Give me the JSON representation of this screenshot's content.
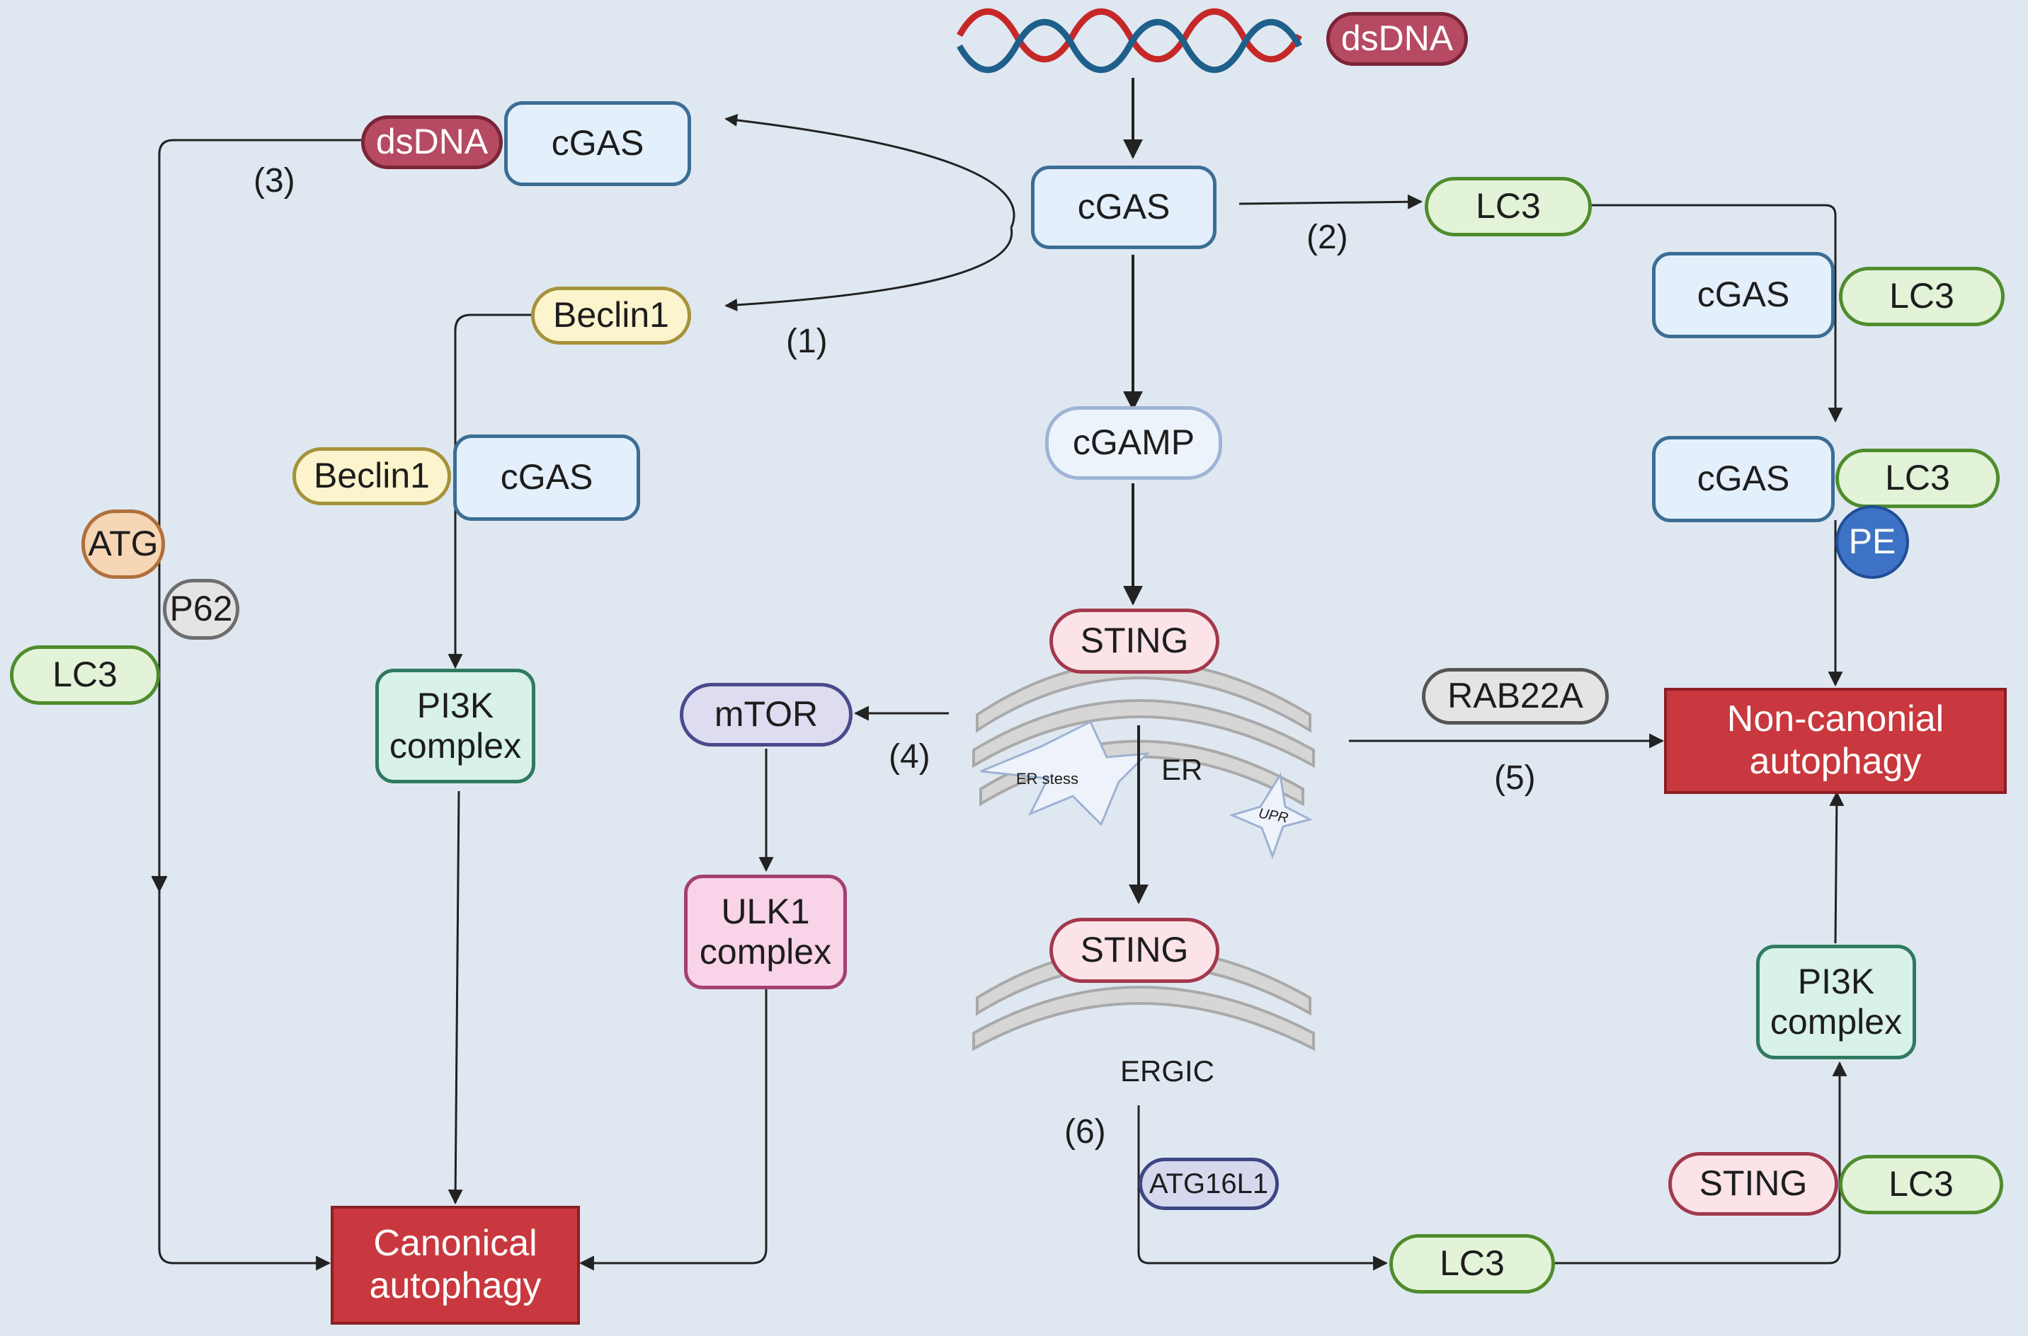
{
  "nodes": {
    "dsdna_top": "dsDNA",
    "cgas_center": "cGAS",
    "cgas_left": "cGAS",
    "dsdna_left": "dsDNA",
    "beclin1_top": "Beclin1",
    "beclin1_pair": "Beclin1",
    "cgas_pair": "cGAS",
    "atg": "ATG",
    "p62": "P62",
    "lc3_left": "LC3",
    "pi3k_left_line1": "PI3K",
    "pi3k_left_line2": "complex",
    "mtor": "mTOR",
    "ulk1_line1": "ULK1",
    "ulk1_line2": "complex",
    "cgamp": "cGAMP",
    "sting_er": "STING",
    "sting_ergic": "STING",
    "lc3_top_right": "LC3",
    "cgas_r1": "cGAS",
    "lc3_r1": "LC3",
    "cgas_r2": "cGAS",
    "lc3_r2": "LC3",
    "pe": "PE",
    "rab22a": "RAB22A",
    "atg16l1": "ATG16L1",
    "lc3_bottom": "LC3",
    "sting_br": "STING",
    "lc3_br": "LC3",
    "pi3k_right_line1": "PI3K",
    "pi3k_right_line2": "complex",
    "canonical_line1": "Canonical",
    "canonical_line2": "autophagy",
    "noncanonical_line1": "Non-canonial",
    "noncanonical_line2": "autophagy"
  },
  "labels": {
    "path1": "(1)",
    "path2": "(2)",
    "path3": "(3)",
    "path4": "(4)",
    "path5": "(5)",
    "path6": "(6)",
    "er": "ER",
    "ergic": "ERGIC",
    "er_stress": "ER stess",
    "upr": "UPR"
  },
  "icons": [
    "dna-helix-icon",
    "er-membrane-icon",
    "ergic-membrane-icon",
    "er-stress-star-icon",
    "upr-star-icon"
  ],
  "colors": {
    "background": "#dfe8f1",
    "arrow": "#222222",
    "dna_red": "#c62828",
    "dna_blue": "#1f5f8b",
    "autophagy_box": "#c8383e"
  }
}
